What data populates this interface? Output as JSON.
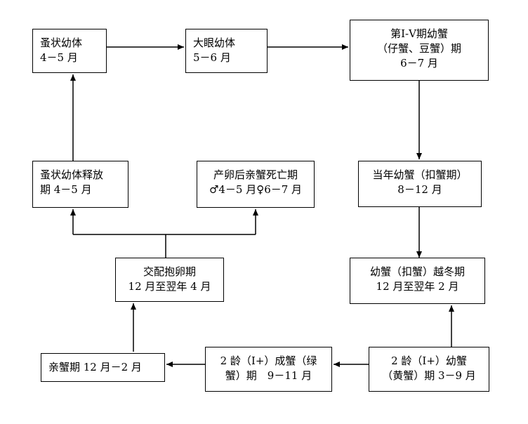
{
  "nodes": {
    "zoea": {
      "line1": "蚤状幼体",
      "line2": "4－5 月"
    },
    "megalopa": {
      "line1": "大眼幼体",
      "line2": "5－6 月"
    },
    "juvenile": {
      "line1": "第Ⅰ-Ⅴ期幼蟹",
      "line2": "（仔蟹、豆蟹）期",
      "line3": "6－7 月"
    },
    "zoea_release": {
      "line1": "蚤状幼体释放",
      "line2": "期 4－5 月"
    },
    "parent_death": {
      "line1": "产卵后亲蟹死亡期",
      "line2": "♂4－5 月♀6－7 月"
    },
    "button_crab": {
      "line1": "当年幼蟹（扣蟹期）",
      "line2": "8－12 月"
    },
    "mating": {
      "line1": "交配抱卵期",
      "line2": "12 月至翌年 4 月"
    },
    "overwinter": {
      "line1": "幼蟹（扣蟹）越冬期",
      "line2": "12 月至翌年 2 月"
    },
    "parent_crab": {
      "line1": "亲蟹期 12 月－2 月"
    },
    "adult": {
      "line1": "2 龄（Ⅰ+）成蟹（绿",
      "line2": "蟹）期　9－11 月"
    },
    "yellow_juvenile": {
      "line1": "2 龄（Ⅰ+）幼蟹",
      "line2": "（黄蟹）期 3－9 月"
    }
  }
}
